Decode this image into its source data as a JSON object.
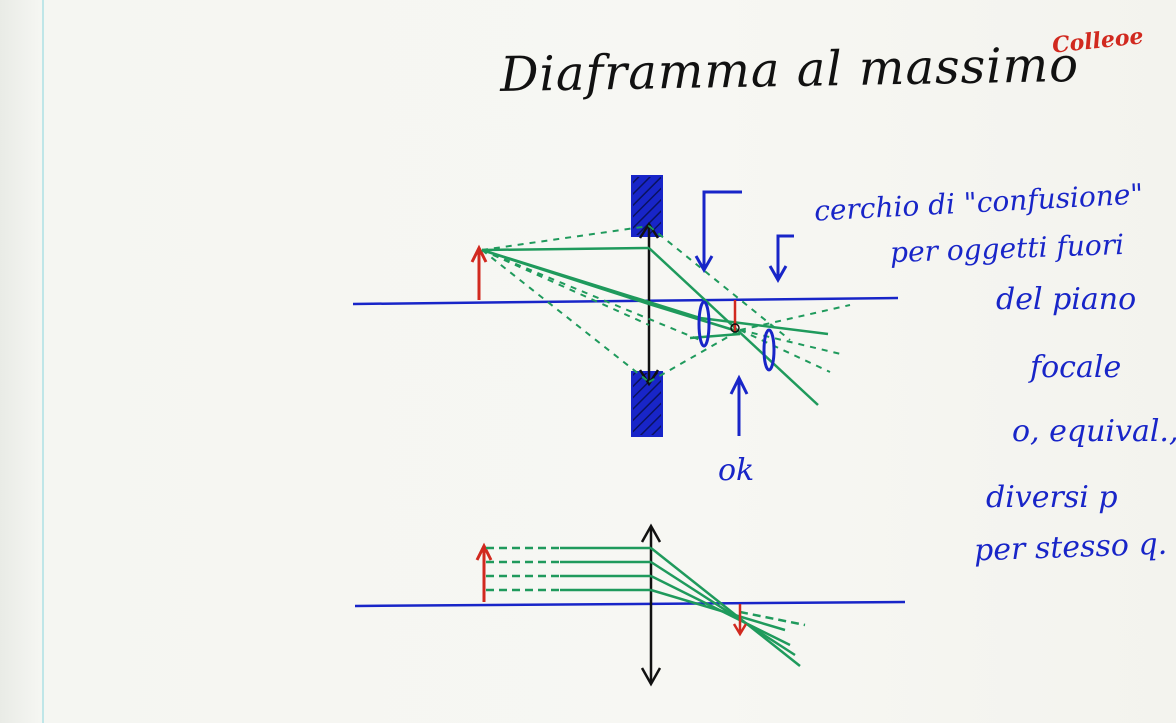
{
  "title": "Diaframma al massimo",
  "stamp": "Colleoe",
  "ok_label": "ok",
  "annotation_lines": [
    "cerchio di \"confusione\"",
    "per oggetti fuori",
    "del piano",
    "focale",
    "o, equival.,",
    "diversi p",
    "per stesso q."
  ],
  "colors": {
    "ink_black": "#111111",
    "ink_blue": "#1825c8",
    "ink_green": "#1f9a5c",
    "ink_red": "#d1291f",
    "margin_line": "#bfe6e8"
  }
}
